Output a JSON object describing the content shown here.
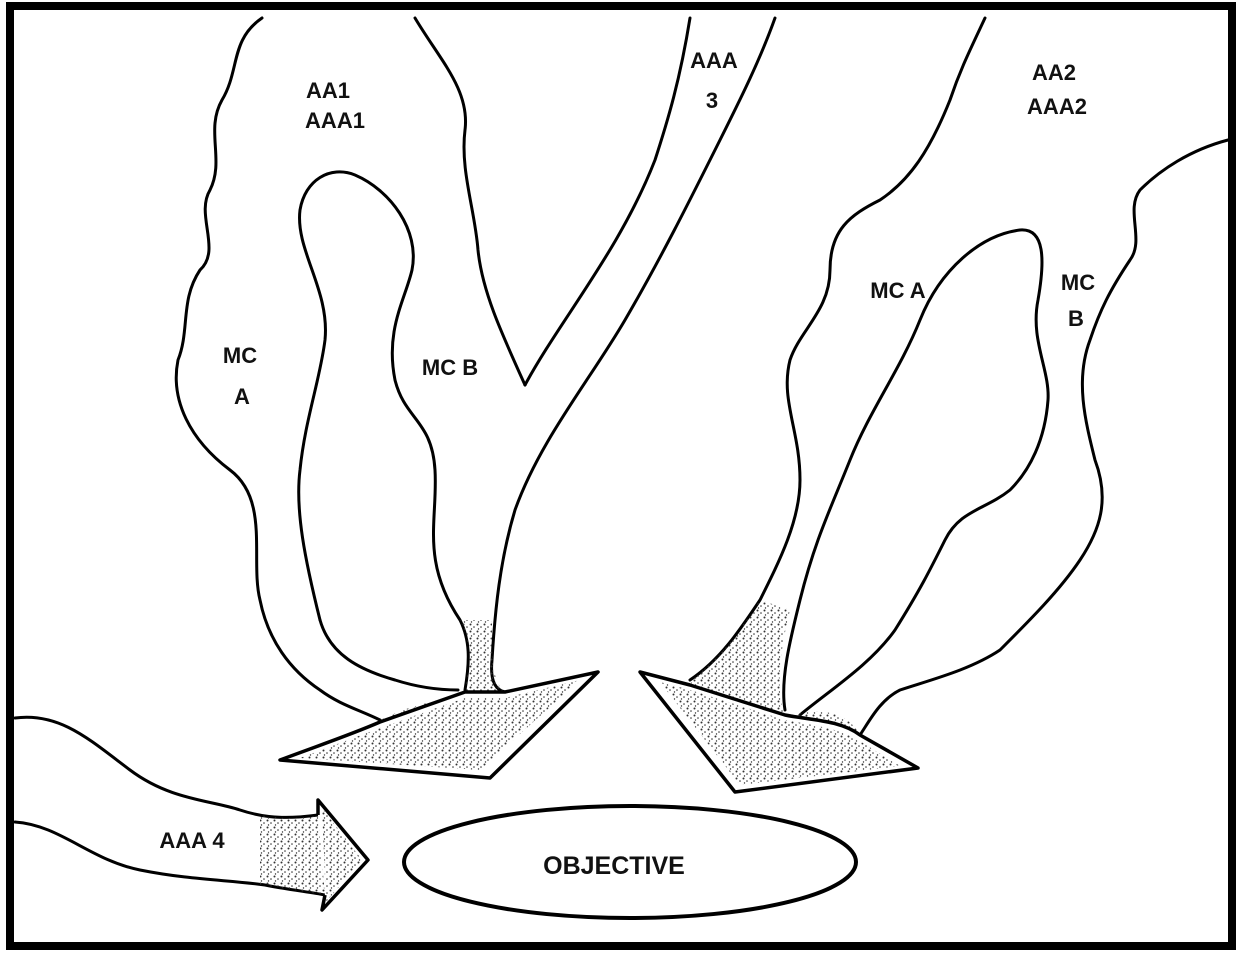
{
  "diagram": {
    "labels": {
      "aa1": "AA1",
      "aaa1": "AAA1",
      "aaa3_top": "AAA",
      "aaa3_num": "3",
      "aa2": "AA2",
      "aaa2": "AAA2",
      "left_mc_a_1": "MC",
      "left_mc_a_2": "A",
      "left_mc_b": "MC B",
      "right_mc_a": "MC A",
      "right_mc_b_1": "MC",
      "right_mc_b_2": "B",
      "aaa4": "AAA 4",
      "objective": "OBJECTIVE"
    },
    "colors": {
      "line": "#000000",
      "stipple": "#333333",
      "background": "#ffffff"
    }
  }
}
